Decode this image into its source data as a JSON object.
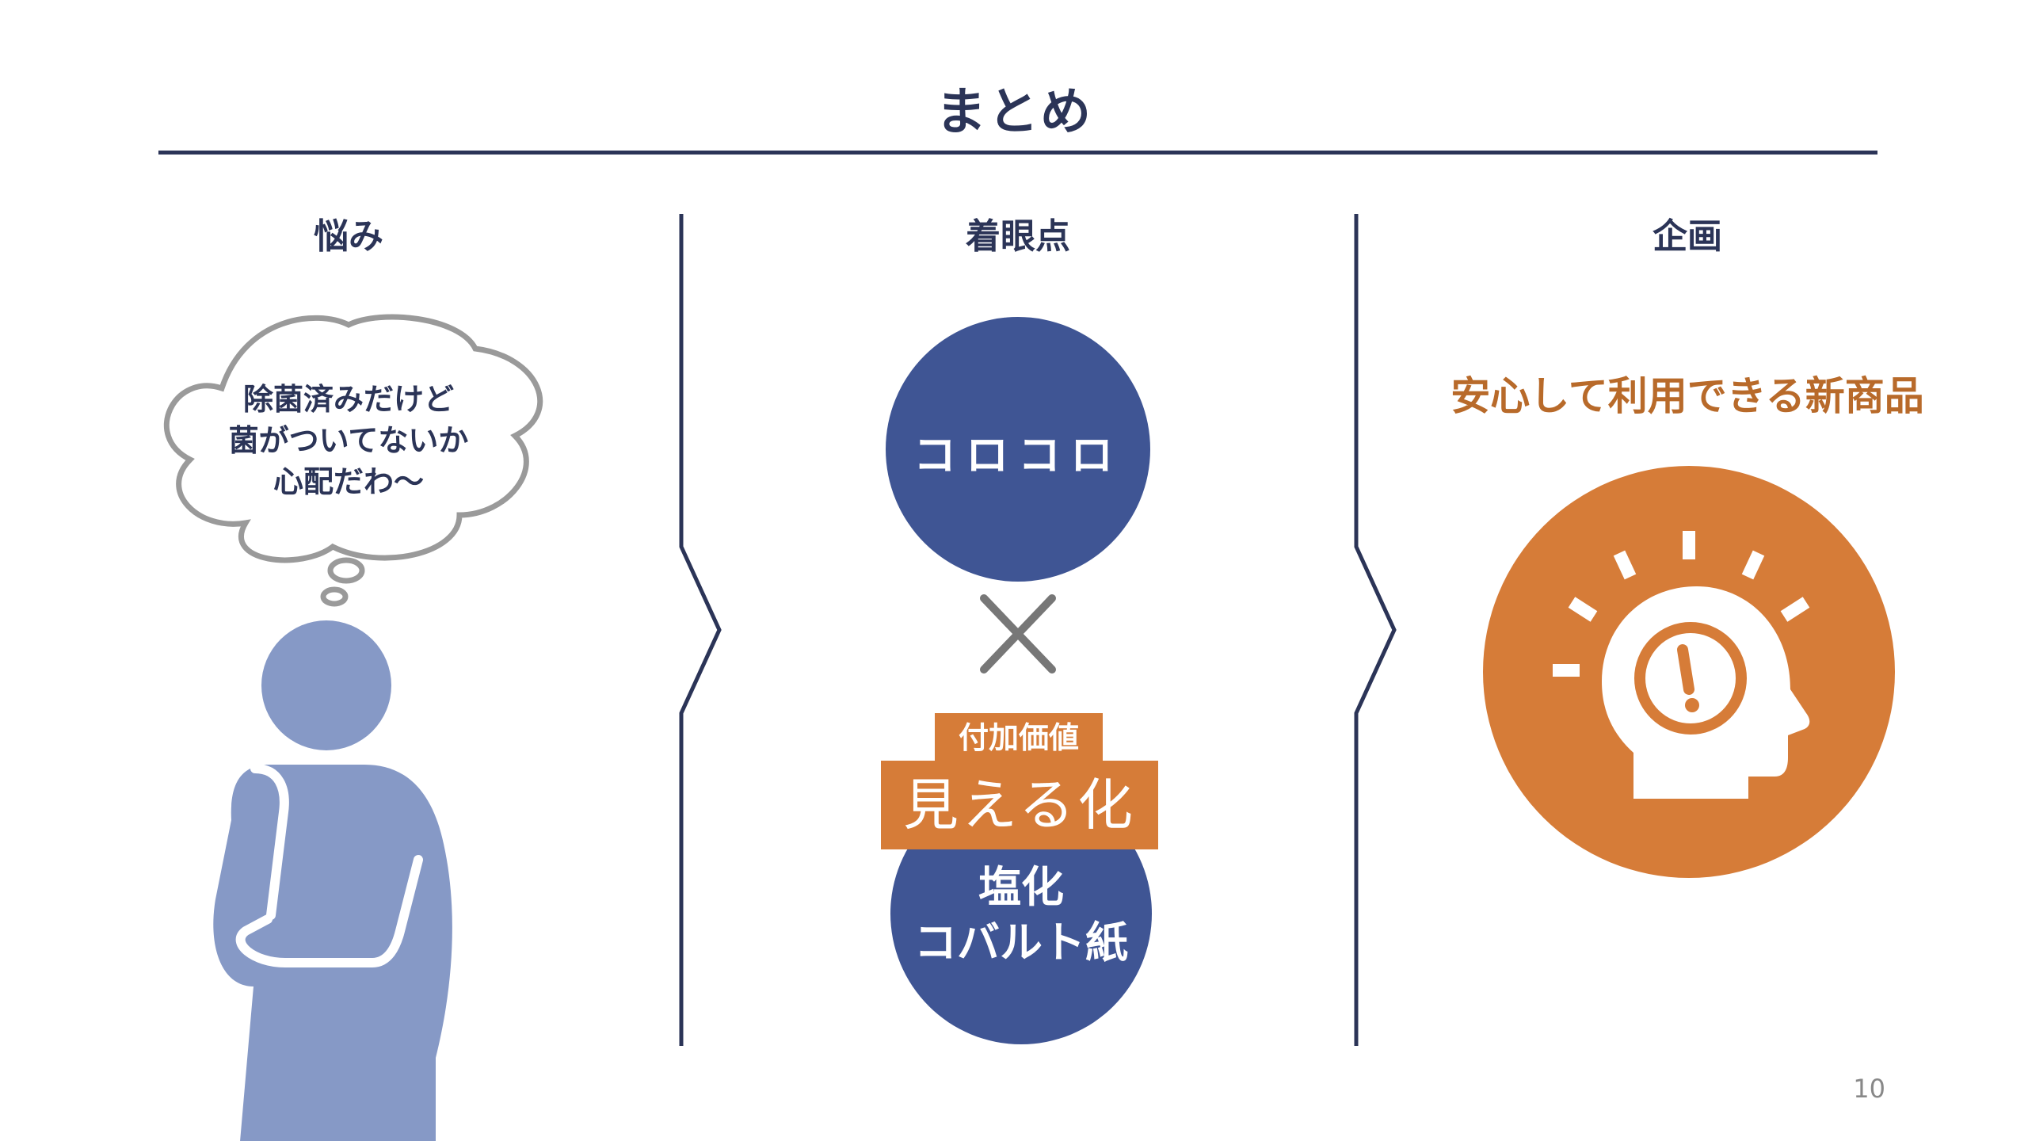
{
  "slide": {
    "title": "まとめ",
    "page_number": "10"
  },
  "columns": {
    "worry": {
      "heading": "悩み"
    },
    "focus": {
      "heading": "着眼点"
    },
    "plan": {
      "heading": "企画"
    }
  },
  "thought_bubble": {
    "lines": [
      "除菌済みだけど",
      "菌がついてないか",
      "心配だわ〜"
    ]
  },
  "focus_panel": {
    "kokoro_label": "コロコロ",
    "added_value_label": "付加価値",
    "visualize_label": "見える化",
    "cobalt_line1": "塩化",
    "cobalt_line2": "コバルト紙"
  },
  "plan_panel": {
    "product_title": "安心して利用できる新商品",
    "icon": "head-idea-icon"
  },
  "colors": {
    "navy": "#2b3457",
    "blue_circle": "#3f5594",
    "person": "#8699c6",
    "orange": "#d67c38",
    "orange_text": "#b86a2a"
  }
}
